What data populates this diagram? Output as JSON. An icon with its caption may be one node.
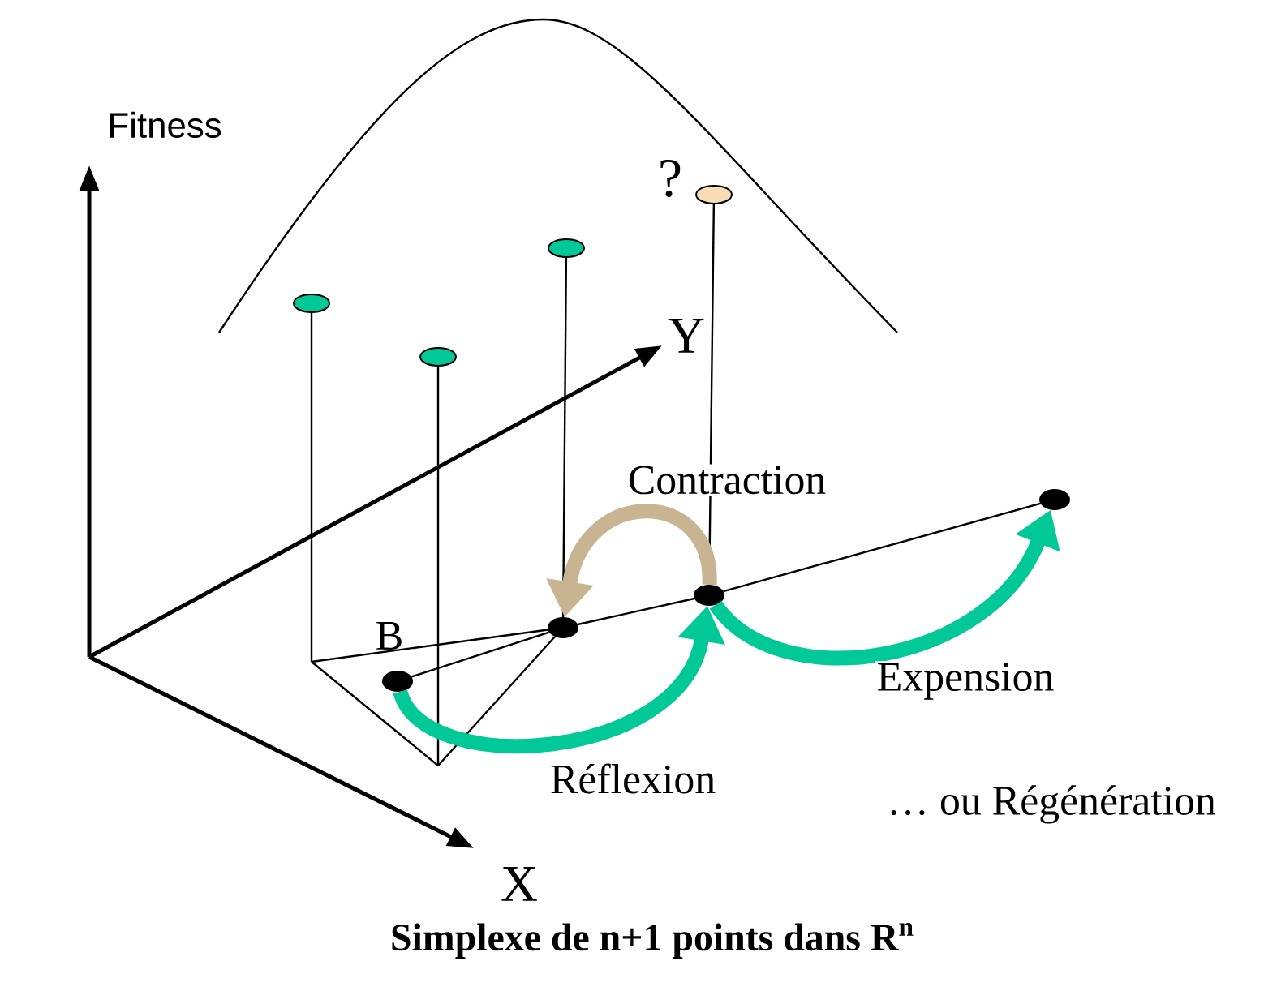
{
  "diagram": {
    "caption": "Simplexe de n+1 points dans R$^{n}$",
    "nodes": [
      {
        "text": [],
        "shape": "circle"
      },
      {
        "text": [],
        "shape": "circle"
      },
      {
        "text": [],
        "shape": "circle"
      },
      {
        "text": [],
        "shape": "circle"
      },
      {
        "text": [],
        "shape": "circle"
      },
      {
        "text": [],
        "shape": "circle"
      },
      {
        "text": [],
        "shape": "circle"
      },
      {
        "text": [],
        "shape": "circle"
      }
    ],
    "edges": [
      {
        "from": 4,
        "to": 5,
        "arrow": "none"
      },
      {
        "from": 5,
        "to": 6,
        "arrow": "none"
      },
      {
        "from": 6,
        "to": 7,
        "arrow": "none"
      },
      {
        "from": 0,
        "to": null,
        "arrow": "none"
      },
      {
        "from": 1,
        "to": null,
        "arrow": "none"
      },
      {
        "from": 2,
        "to": 5,
        "arrow": "none"
      },
      {
        "from": 3,
        "to": 6,
        "arrow": "none"
      },
      {
        "from": null,
        "to": 5,
        "arrow": "none"
      },
      {
        "from": null,
        "to": 5,
        "arrow": "none"
      },
      {
        "from": 6,
        "to": 5,
        "arrow": "to",
        "label": "Contraction",
        "style": "thick",
        "color": "#c9b491"
      },
      {
        "from": 6,
        "to": 7,
        "arrow": "to",
        "label": "Expension",
        "style": "thick",
        "color": "#00c896"
      },
      {
        "from": 4,
        "to": 6,
        "arrow": "to",
        "label": "Réflexion",
        "style": "thick",
        "color": "#00c896"
      }
    ],
    "labels": [
      "Fitness",
      "?",
      "Y",
      "B",
      "… ou Régénération",
      "X"
    ]
  }
}
